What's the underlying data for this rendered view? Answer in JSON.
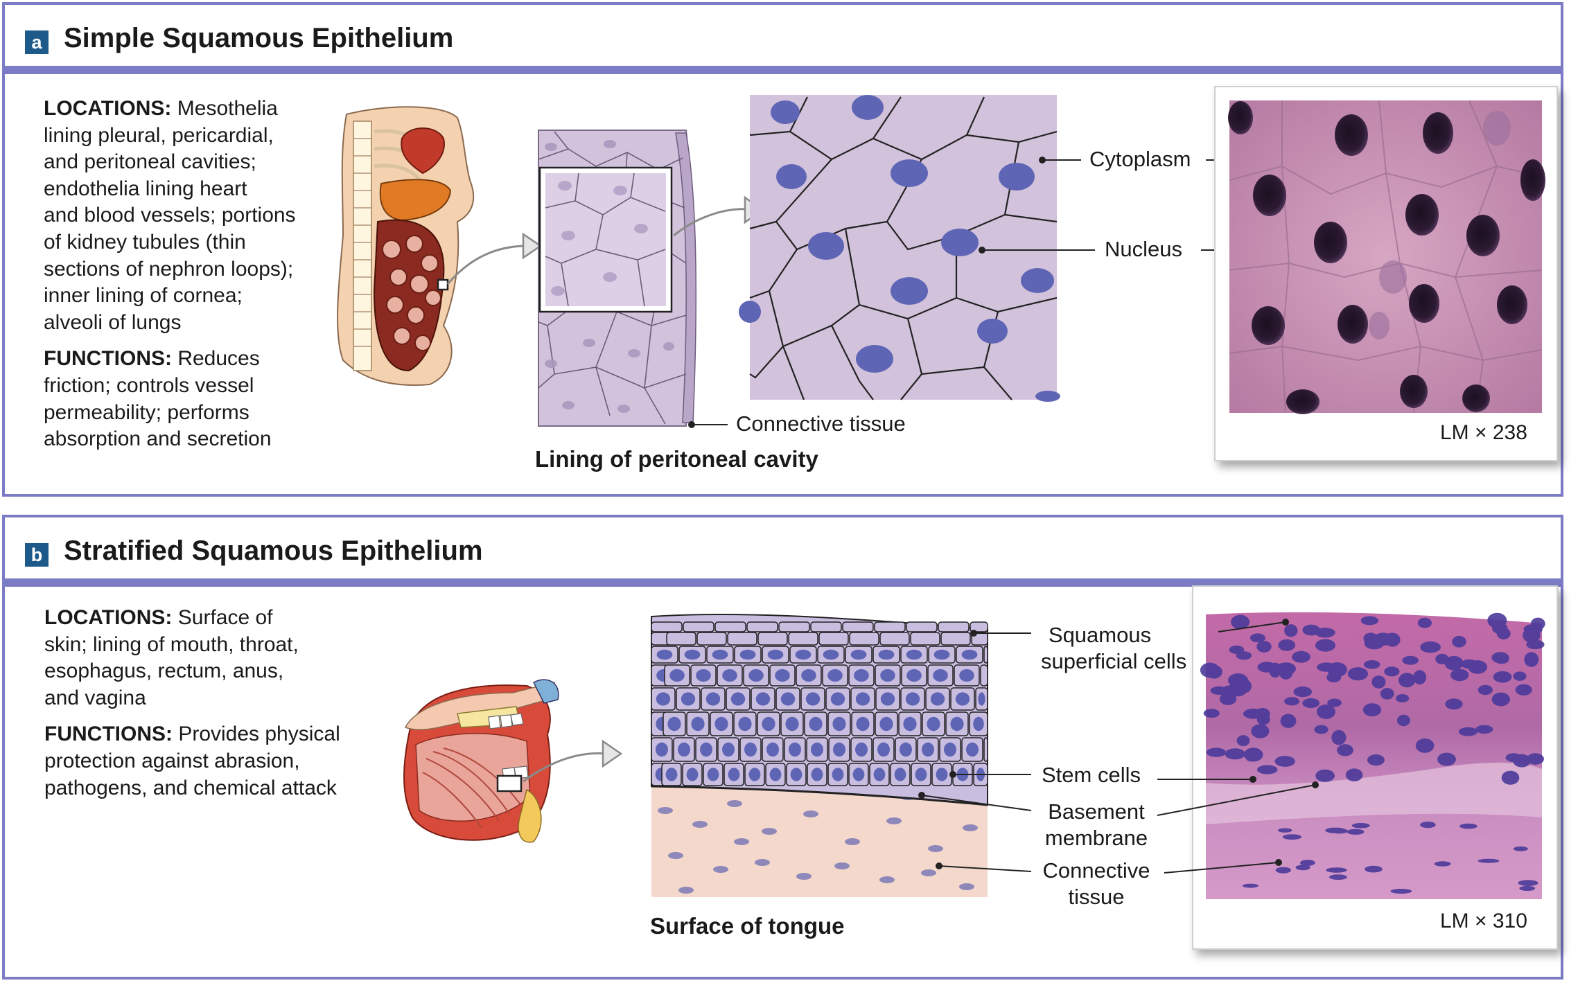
{
  "panel_a": {
    "badge": "a",
    "title": "Simple Squamous Epithelium",
    "locations_heading": "LOCATIONS:",
    "locations_lines": [
      " Mesothelia",
      "lining pleural, pericardial,",
      "and peritoneal cavities;",
      "endothelia lining heart",
      "and blood vessels; portions",
      "of kidney tubules (thin",
      "sections of nephron loops);",
      "inner lining of cornea;",
      "alveoli of lungs"
    ],
    "functions_heading": "FUNCTIONS:",
    "functions_lines": [
      " Reduces",
      "friction; controls vessel",
      "permeability; performs",
      "absorption and secretion"
    ],
    "label_cytoplasm": "Cytoplasm",
    "label_nucleus": "Nucleus",
    "label_connective": "Connective tissue",
    "caption": "Lining of peritoneal cavity",
    "magnification": "LM × 238"
  },
  "panel_b": {
    "badge": "b",
    "title": "Stratified Squamous Epithelium",
    "locations_heading": "LOCATIONS:",
    "locations_lines": [
      " Surface of",
      "skin; lining of mouth, throat,",
      "esophagus, rectum, anus,",
      "and vagina"
    ],
    "functions_heading": "FUNCTIONS:",
    "functions_lines": [
      " Provides physical",
      "protection against abrasion,",
      "pathogens, and chemical attack"
    ],
    "label_squamous": [
      "Squamous",
      "superficial cells"
    ],
    "label_stem": "Stem cells",
    "label_basement": [
      "Basement",
      "membrane"
    ],
    "label_connective": [
      "Connective",
      "tissue"
    ],
    "caption": "Surface of tongue",
    "magnification": "LM × 310"
  },
  "colors": {
    "frame": "#7c7cc6",
    "badge": "#1d5a8a",
    "cell_lilac": "#d3c2dc",
    "nucleus_blue": "#5f65b5",
    "histo_pink": "#c48ab6",
    "histo_purple": "#8a4f9a"
  }
}
